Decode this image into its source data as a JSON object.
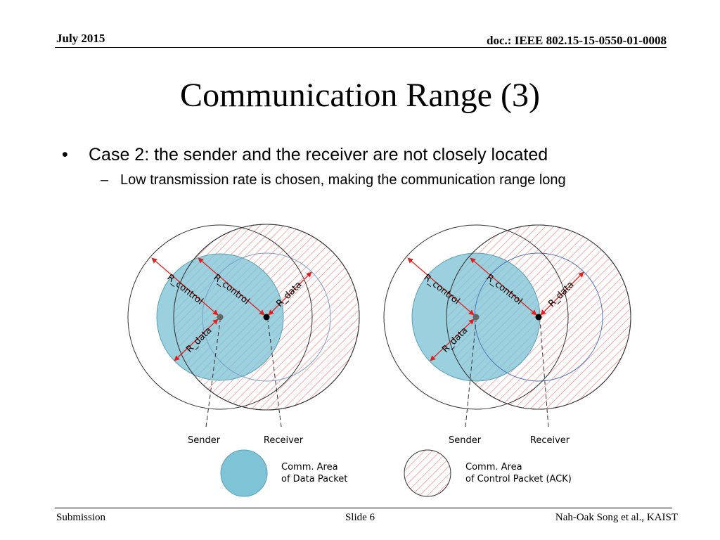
{
  "header": {
    "date": "July 2015",
    "doc": "doc.: IEEE 802.15-15-0550-01-0008"
  },
  "title": "Communication Range (3)",
  "bullets": {
    "main": "Case 2: the sender and the receiver are not closely located",
    "sub": "Low transmission rate is chosen, making the communication range long"
  },
  "diagram": {
    "left": {
      "r_control_sender": "R_control",
      "r_control_receiver": "R_control",
      "r_data_receiver": "R_data",
      "r_data_sender": "R_data"
    },
    "right": {
      "r_control_sender": "R_control",
      "r_control_receiver": "R_control",
      "r_data_receiver": "R_data",
      "r_data_sender": "R_data"
    },
    "sender_label": "Sender",
    "receiver_label": "Receiver",
    "colors": {
      "data_fill": "#7fc3d6",
      "hatch": "#f08a8a",
      "arrow": "#e02020"
    }
  },
  "legend": {
    "data_line1": "Comm. Area",
    "data_line2": "of Data Packet",
    "control_line1": "Comm. Area",
    "control_line2": "of Control Packet (ACK)"
  },
  "footer": {
    "left": "Submission",
    "center": "Slide 6",
    "right": "Nah-Oak Song et al., KAIST"
  }
}
